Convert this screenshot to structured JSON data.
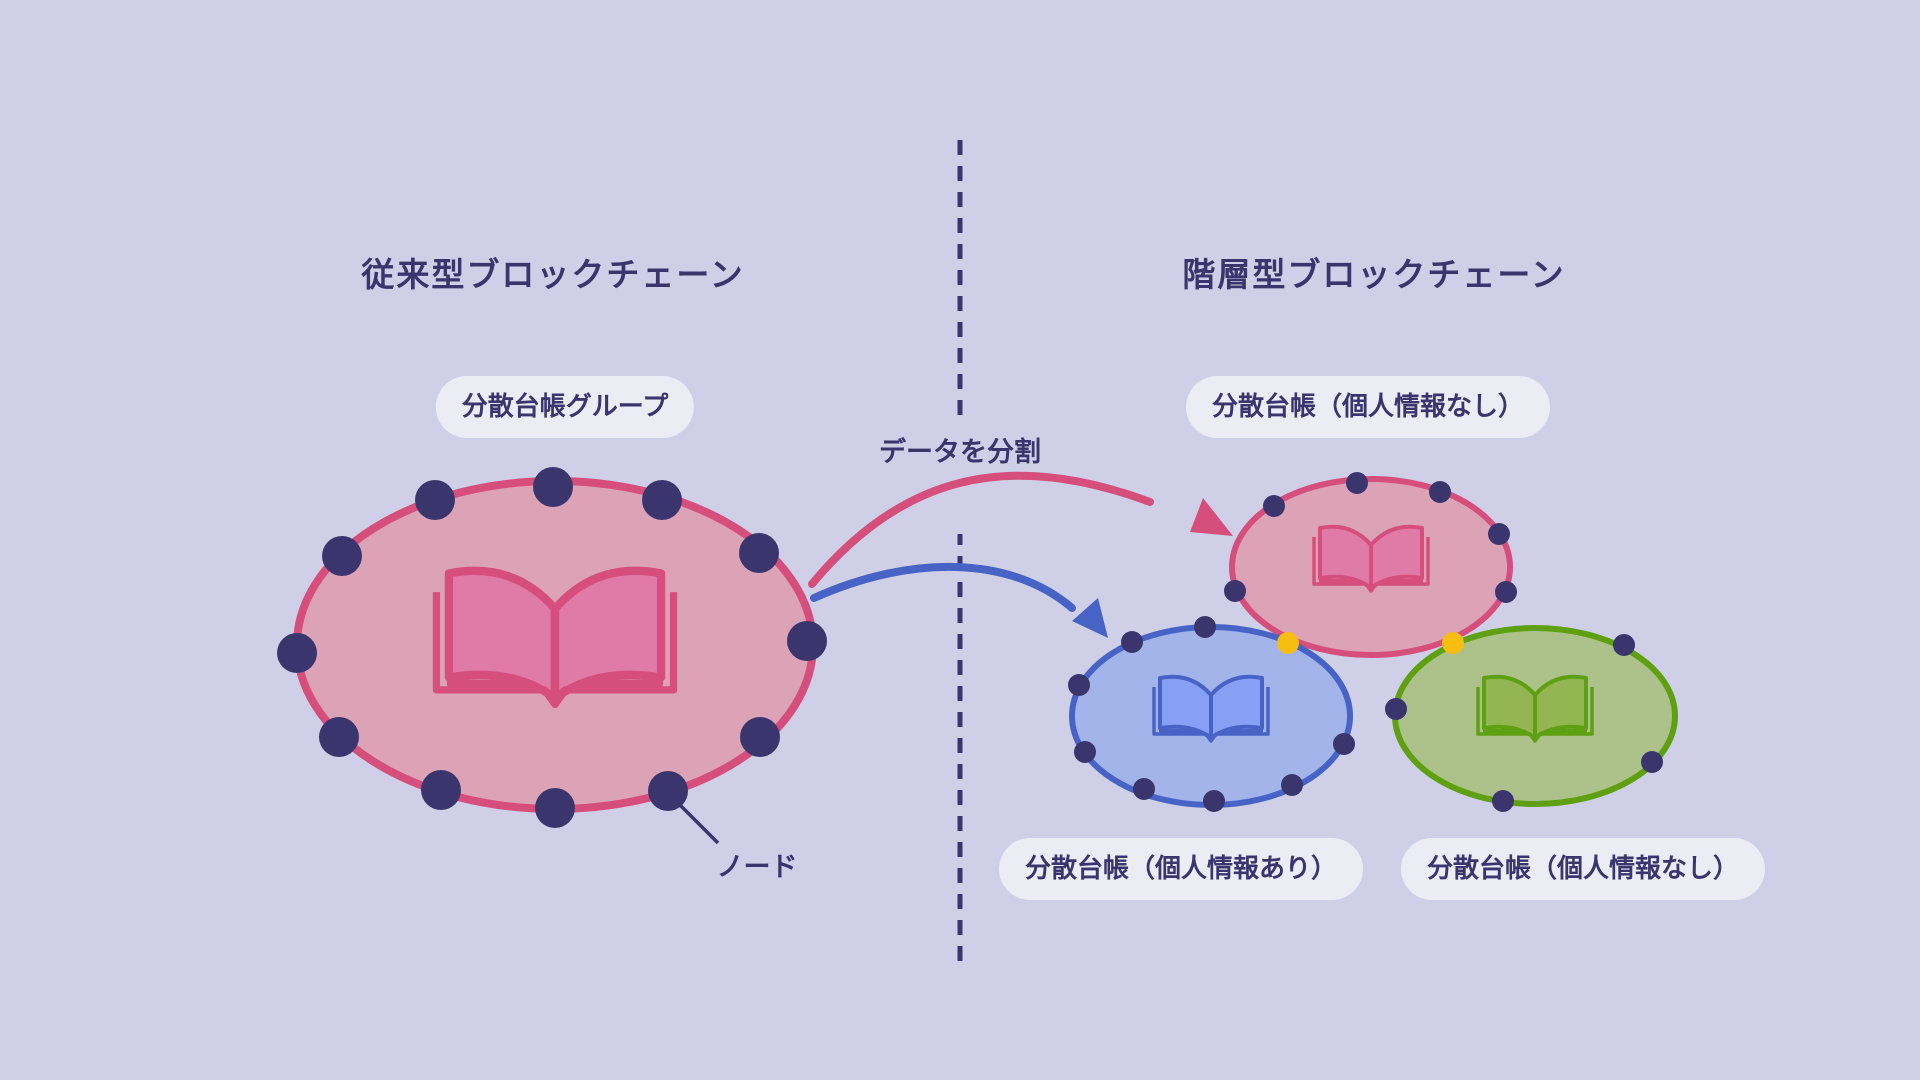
{
  "left_title": "従来型ブロックチェーン",
  "right_title": "階層型ブロックチェーン",
  "left_group_label": "分散台帳グループ",
  "node_label": "ノード",
  "split_label": "データを分割",
  "ledgers": {
    "top": {
      "label": "分散台帳（個人情報なし）",
      "color": "#d64f7c"
    },
    "blue": {
      "label": "分散台帳（個人情報あり）",
      "color": "#4863c6"
    },
    "green": {
      "label": "分散台帳（個人情報なし）",
      "color": "#5fa012"
    }
  },
  "colors": {
    "background": "#cfd0e7",
    "text": "#3a366d",
    "node": "#3a366d",
    "shared_node": "#f5be10",
    "pink_stroke": "#d64f7c",
    "blue_stroke": "#4863c6",
    "green_stroke": "#5fa012"
  }
}
